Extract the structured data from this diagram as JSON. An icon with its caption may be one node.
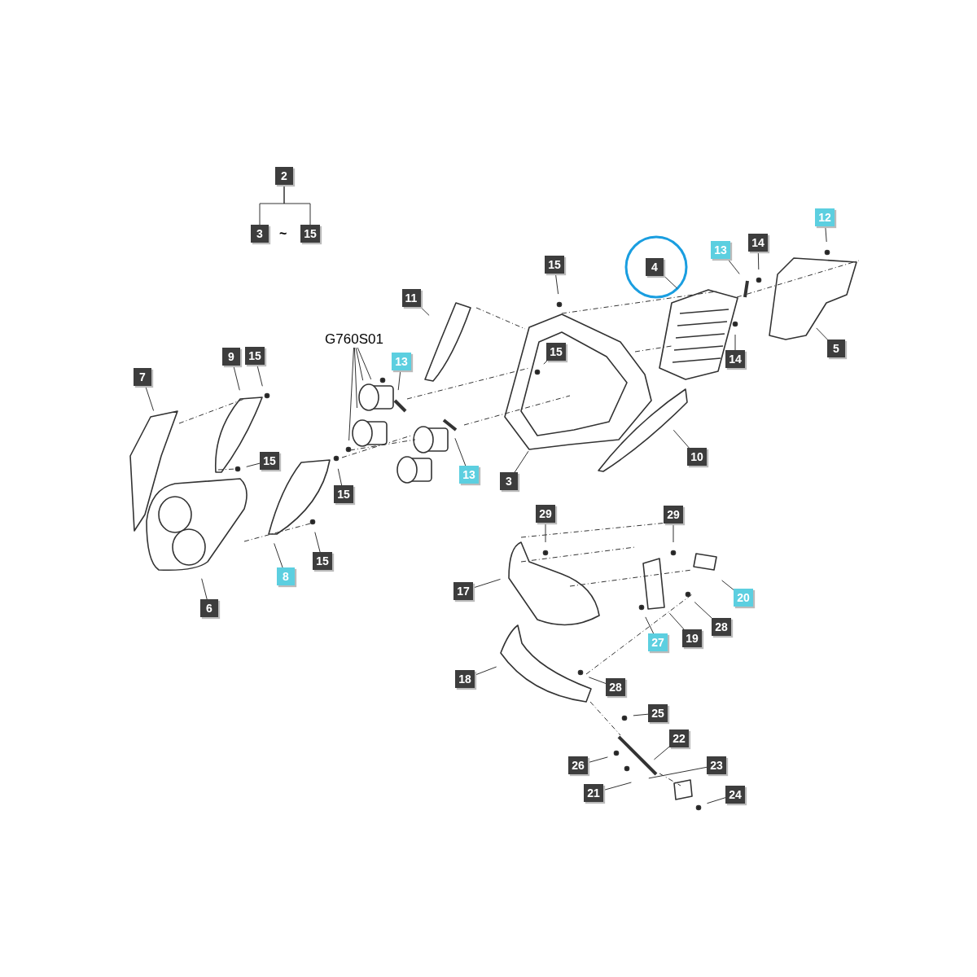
{
  "diagram": {
    "nodes": [
      {
        "text": [
          "2"
        ]
      },
      {
        "text": [
          "3"
        ]
      },
      {
        "text": [
          "15"
        ]
      },
      {
        "text": [
          "12"
        ]
      },
      {
        "text": [
          "13"
        ]
      },
      {
        "text": [
          "14"
        ]
      },
      {
        "text": [
          "4"
        ]
      },
      {
        "text": [
          "15"
        ]
      },
      {
        "text": [
          "11"
        ]
      },
      {
        "text": [
          "G760S01"
        ]
      },
      {
        "text": [
          "14"
        ]
      },
      {
        "text": [
          "5"
        ]
      },
      {
        "text": [
          "15"
        ]
      },
      {
        "text": [
          "9"
        ]
      },
      {
        "text": [
          "15"
        ]
      },
      {
        "text": [
          "13"
        ]
      },
      {
        "text": [
          "7"
        ]
      },
      {
        "text": [
          "10"
        ]
      },
      {
        "text": [
          "15"
        ]
      },
      {
        "text": [
          "13"
        ]
      },
      {
        "text": [
          "3"
        ]
      },
      {
        "text": [
          "15"
        ]
      },
      {
        "text": [
          "29"
        ]
      },
      {
        "text": [
          "29"
        ]
      },
      {
        "text": [
          "15"
        ]
      },
      {
        "text": [
          "8"
        ]
      },
      {
        "text": [
          "17"
        ]
      },
      {
        "text": [
          "20"
        ]
      },
      {
        "text": [
          "6"
        ]
      },
      {
        "text": [
          "28"
        ]
      },
      {
        "text": [
          "27"
        ]
      },
      {
        "text": [
          "19"
        ]
      },
      {
        "text": [
          "18"
        ]
      },
      {
        "text": [
          "28"
        ]
      },
      {
        "text": [
          "25"
        ]
      },
      {
        "text": [
          "22"
        ]
      },
      {
        "text": [
          "23"
        ]
      },
      {
        "text": [
          "26"
        ]
      },
      {
        "text": [
          "21"
        ]
      },
      {
        "text": [
          "24"
        ]
      }
    ],
    "edges": [
      {
        "from": 0,
        "to": 1,
        "arrow": "none"
      },
      {
        "from": 0,
        "to": 2,
        "arrow": "none"
      },
      {
        "from": 3,
        "to": null,
        "arrow": "none"
      },
      {
        "from": 4,
        "to": null,
        "arrow": "none"
      },
      {
        "from": 5,
        "to": null,
        "arrow": "none"
      },
      {
        "from": 6,
        "to": null,
        "arrow": "none"
      },
      {
        "from": 7,
        "to": null,
        "arrow": "none"
      },
      {
        "from": 8,
        "to": null,
        "arrow": "none"
      },
      {
        "from": 9,
        "to": null,
        "arrow": "none"
      },
      {
        "from": 9,
        "to": null,
        "arrow": "none"
      },
      {
        "from": 9,
        "to": null,
        "arrow": "none"
      },
      {
        "from": 9,
        "to": null,
        "arrow": "none"
      },
      {
        "from": 10,
        "to": null,
        "arrow": "none"
      },
      {
        "from": 11,
        "to": null,
        "arrow": "none"
      },
      {
        "from": 12,
        "to": null,
        "arrow": "none"
      },
      {
        "from": 13,
        "to": null,
        "arrow": "none"
      },
      {
        "from": 14,
        "to": null,
        "arrow": "none"
      },
      {
        "from": 15,
        "to": null,
        "arrow": "none"
      },
      {
        "from": 16,
        "to": null,
        "arrow": "none"
      },
      {
        "from": 17,
        "to": null,
        "arrow": "none"
      },
      {
        "from": 18,
        "to": null,
        "arrow": "none"
      },
      {
        "from": 19,
        "to": null,
        "arrow": "none"
      },
      {
        "from": 20,
        "to": null,
        "arrow": "none"
      },
      {
        "from": 21,
        "to": null,
        "arrow": "none"
      },
      {
        "from": 22,
        "to": null,
        "arrow": "none"
      },
      {
        "from": 23,
        "to": null,
        "arrow": "none"
      },
      {
        "from": 24,
        "to": null,
        "arrow": "none"
      },
      {
        "from": 25,
        "to": null,
        "arrow": "none"
      },
      {
        "from": 26,
        "to": null,
        "arrow": "none"
      },
      {
        "from": 27,
        "to": null,
        "arrow": "none"
      },
      {
        "from": 28,
        "to": null,
        "arrow": "none"
      },
      {
        "from": 29,
        "to": null,
        "arrow": "none"
      },
      {
        "from": 30,
        "to": null,
        "arrow": "none"
      },
      {
        "from": 31,
        "to": null,
        "arrow": "none"
      },
      {
        "from": 32,
        "to": null,
        "arrow": "none"
      },
      {
        "from": 33,
        "to": null,
        "arrow": "none"
      },
      {
        "from": 34,
        "to": null,
        "arrow": "none"
      },
      {
        "from": 35,
        "to": null,
        "arrow": "none"
      },
      {
        "from": 36,
        "to": null,
        "arrow": "none"
      },
      {
        "from": 37,
        "to": null,
        "arrow": "none"
      },
      {
        "from": 38,
        "to": null,
        "arrow": "none"
      },
      {
        "from": 39,
        "to": null,
        "arrow": "none"
      }
    ],
    "labels": [
      "~"
    ]
  }
}
